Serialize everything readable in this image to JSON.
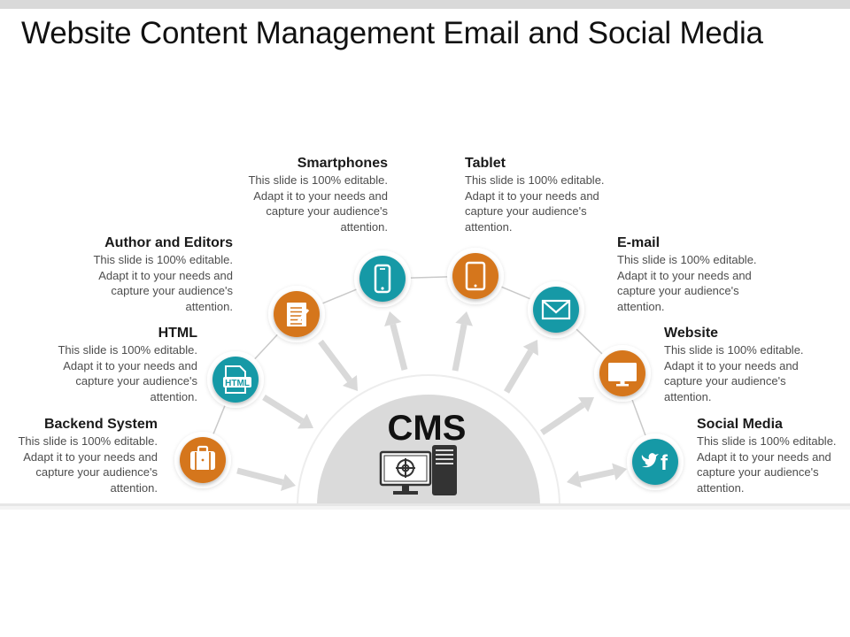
{
  "title": "Website Content Management Email and Social Media",
  "center": {
    "label": "CMS",
    "icon": "computer-monitor-tower-icon"
  },
  "colors": {
    "orange": "#d5761b",
    "teal": "#1899a6",
    "center_fill": "#dadada",
    "arrow": "#d9d9d9",
    "connector": "#c9c9c9"
  },
  "nodes": [
    {
      "key": "backend",
      "title": "Backend System",
      "text": "This slide is 100% editable. Adapt it to your needs and capture your audience's attention.",
      "icon": "briefcase-icon",
      "color": "orange"
    },
    {
      "key": "html",
      "title": "HTML",
      "text": "This slide is 100% editable. Adapt it to your needs and capture your audience's attention.",
      "icon": "html-file-icon",
      "color": "teal"
    },
    {
      "key": "author",
      "title": "Author and Editors",
      "text": "This slide is 100% editable. Adapt it to your needs and capture your audience's attention.",
      "icon": "document-edit-icon",
      "color": "orange"
    },
    {
      "key": "smartphones",
      "title": "Smartphones",
      "text": "This slide is 100% editable. Adapt it to your needs and capture your audience's attention.",
      "icon": "smartphone-icon",
      "color": "teal"
    },
    {
      "key": "tablet",
      "title": "Tablet",
      "text": "This slide is 100% editable. Adapt it to your needs and capture your audience's attention.",
      "icon": "tablet-icon",
      "color": "orange"
    },
    {
      "key": "email",
      "title": "E-mail",
      "text": "This slide is 100% editable. Adapt it to your needs and capture your audience's attention.",
      "icon": "envelope-icon",
      "color": "teal"
    },
    {
      "key": "website",
      "title": "Website",
      "text": "This slide is 100% editable. Adapt it to your needs and capture your audience's attention.",
      "icon": "monitor-icon",
      "color": "orange"
    },
    {
      "key": "social",
      "title": "Social Media",
      "text": "This slide is 100% editable. Adapt it to your needs and capture your audience's attention.",
      "icon": "twitter-facebook-icon",
      "color": "teal"
    }
  ]
}
